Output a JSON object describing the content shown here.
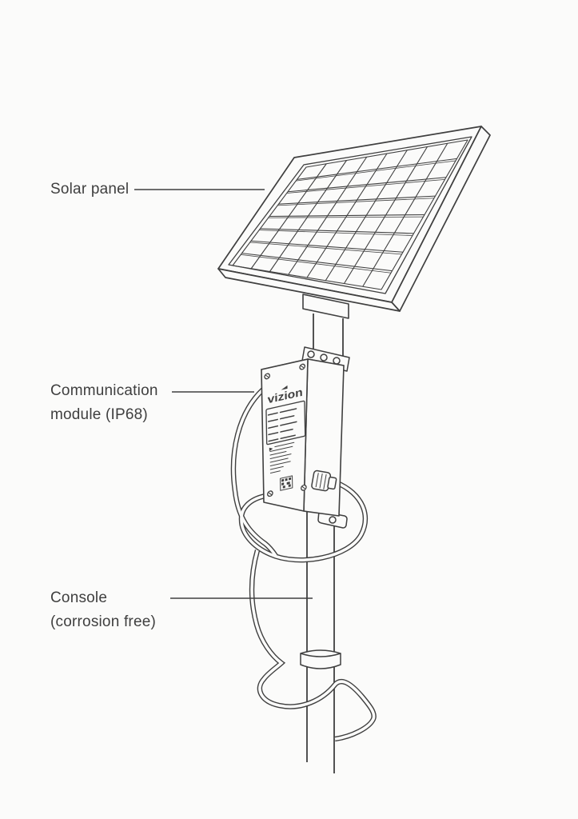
{
  "page": {
    "background": "#fbfbfa",
    "ink": "#3f3f3f"
  },
  "annotations": {
    "solar_panel": {
      "label": "Solar panel"
    },
    "communication_module": {
      "line1": "Communication",
      "line2": "module (IP68)"
    },
    "console": {
      "line1": "Console",
      "line2": "(corrosion free)"
    }
  },
  "module": {
    "brand": "vizion"
  }
}
